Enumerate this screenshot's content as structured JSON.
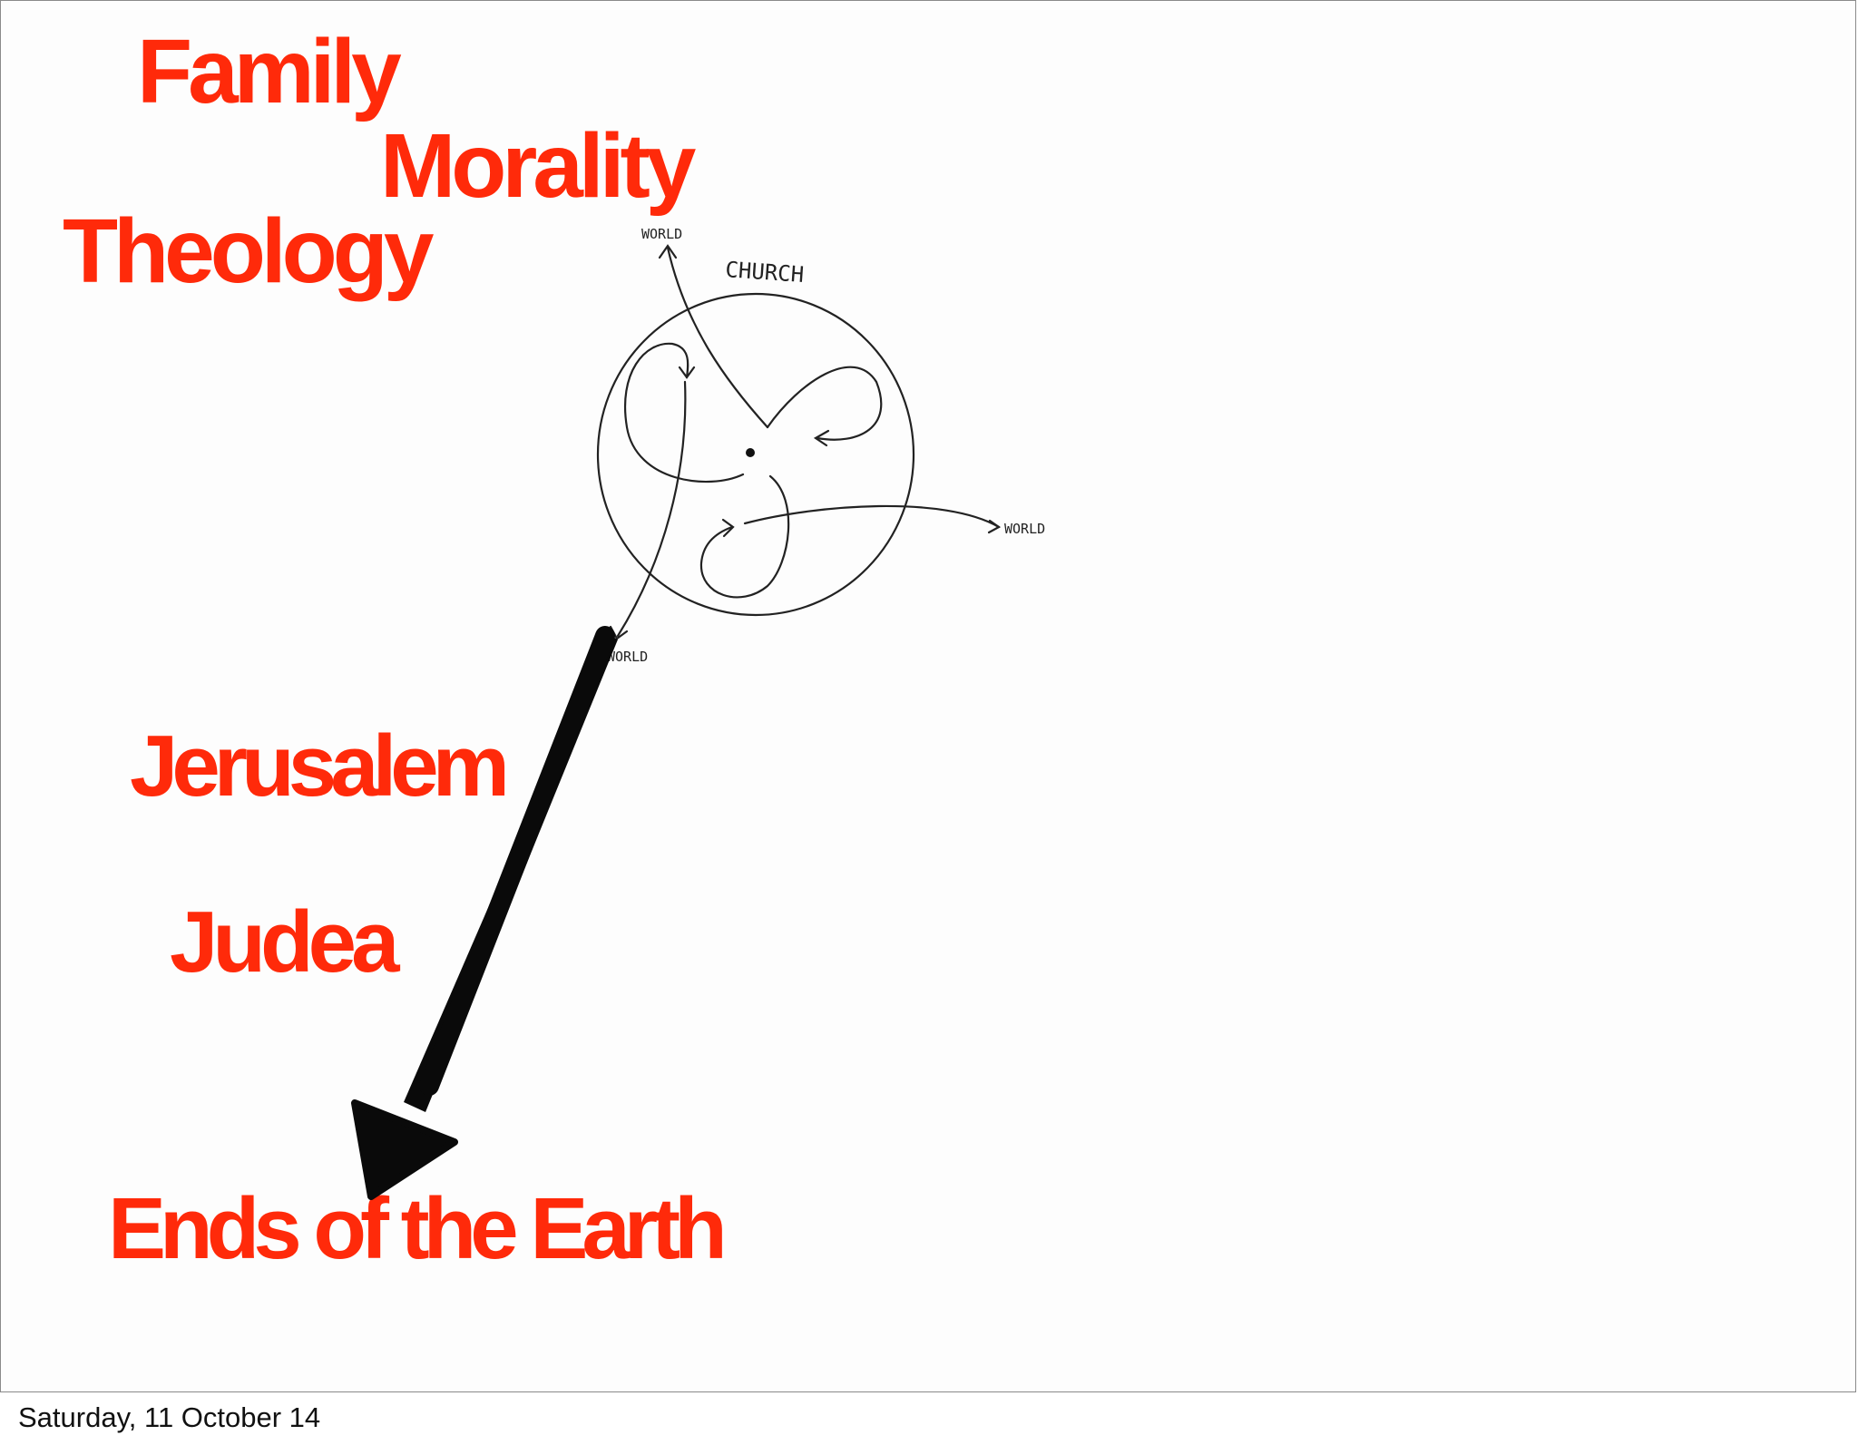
{
  "slide": {
    "words": {
      "family": "Family",
      "morality": "Morality",
      "theology": "Theology",
      "jerusalem": "Jerusalem",
      "judea": "Judea",
      "ends": "Ends of the Earth"
    },
    "sketch": {
      "church_label": "CHURCH",
      "world_top": "WORLD",
      "world_right": "WORLD",
      "world_bottom": "WORLD"
    },
    "footer_date": "Saturday, 11 October 14"
  },
  "colors": {
    "accent": "#ff2a0a",
    "ink": "#111111"
  }
}
